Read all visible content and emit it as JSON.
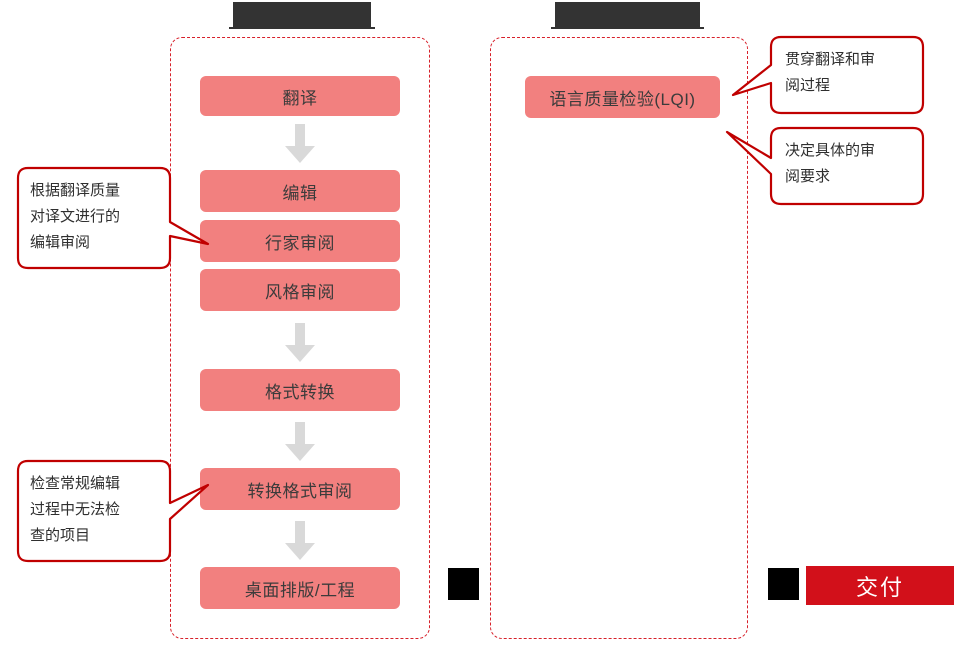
{
  "document": {
    "type": "translation-workflow-diagram",
    "language": "zh-CN",
    "background_color": "#ffffff"
  },
  "colors": {
    "step_box_fill": "#f2807f",
    "step_box_text": "#3b3b3b",
    "container_border": "#d7202a",
    "callout_border": "#c00000",
    "callout_text": "#2f2f2f",
    "arrow_fill": "#d9d9d9",
    "delivery_fill": "#d2101a",
    "delivery_text": "#ffffff",
    "redaction_dark": "#333333",
    "redaction_black": "#000000"
  },
  "titles": {
    "left": {
      "label": "",
      "redacted": true
    },
    "right": {
      "label": "",
      "redacted": true
    }
  },
  "left_column": {
    "name": "translation-review-phase",
    "steps": [
      {
        "id": "translate",
        "label": "翻译"
      },
      {
        "id": "edit",
        "label": "编辑"
      },
      {
        "id": "expert-review",
        "label": "行家审阅"
      },
      {
        "id": "style-review",
        "label": "风格审阅"
      },
      {
        "id": "format-conversion",
        "label": "格式转换"
      },
      {
        "id": "converted-format-review",
        "label": "转换格式审阅"
      },
      {
        "id": "dtp-engineering",
        "label": "桌面排版/工程"
      }
    ],
    "arrows": [
      {
        "id": "arrow-translate-to-edit",
        "glyph": "down-arrow-icon"
      },
      {
        "id": "arrow-style-to-format",
        "glyph": "down-arrow-icon"
      },
      {
        "id": "arrow-format-to-review",
        "glyph": "down-arrow-icon"
      },
      {
        "id": "arrow-review-to-dtp",
        "glyph": "down-arrow-icon"
      }
    ]
  },
  "right_column": {
    "name": "quality-assurance-phase",
    "steps": [
      {
        "id": "lqi",
        "label": "语言质量检验(LQI)"
      }
    ]
  },
  "callouts": [
    {
      "id": "callout-edit-review",
      "side": "left",
      "target": "expert-review",
      "text": "根据翻译质量\n对译文进行的\n编辑审阅"
    },
    {
      "id": "callout-converted-format-check",
      "side": "left",
      "target": "converted-format-review",
      "text": "检查常规编辑\n过程中无法检\n查的项目"
    },
    {
      "id": "callout-lqi-spans-process",
      "side": "right",
      "target": "lqi",
      "text": "贯穿翻译和审\n阅过程"
    },
    {
      "id": "callout-lqi-defines-requirements",
      "side": "right",
      "target": "lqi",
      "text": "决定具体的审\n阅要求"
    }
  ],
  "delivery": {
    "id": "delivery",
    "label": "交付"
  },
  "redactions": [
    {
      "id": "redaction-title-left",
      "kind": "title-bar"
    },
    {
      "id": "redaction-title-right",
      "kind": "title-bar"
    },
    {
      "id": "redaction-square-mid",
      "kind": "square"
    },
    {
      "id": "redaction-square-right",
      "kind": "square"
    }
  ]
}
